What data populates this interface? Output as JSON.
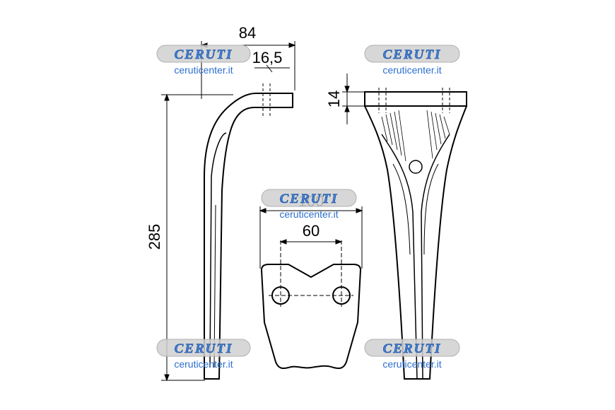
{
  "dimensions": {
    "top_width": "84",
    "hole_offset": "16,5",
    "flange_height": "14",
    "total_height": "285",
    "plate_width": "100",
    "hole_spacing": "60"
  },
  "watermarks": [
    {
      "brand": "CERUTI",
      "url": "ceruticenter.it"
    },
    {
      "brand": "CERUTI",
      "url": "ceruticenter.it"
    },
    {
      "brand": "CERUTI",
      "url": "ceruticenter.it"
    },
    {
      "brand": "CERUTI",
      "url": "ceruticenter.it"
    },
    {
      "brand": "CERUTI",
      "url": "ceruticenter.it"
    }
  ],
  "colors": {
    "line": "#000000",
    "watermark_text": "#2c6fd0",
    "watermark_badge": "#d0d0d0"
  }
}
